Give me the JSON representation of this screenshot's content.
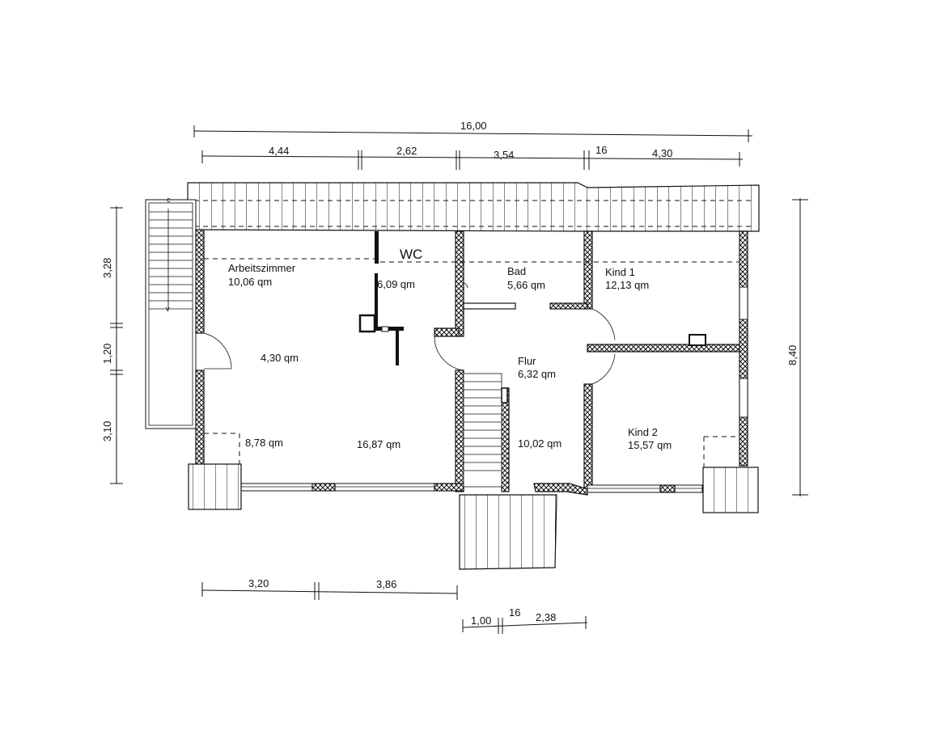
{
  "dimensions": {
    "overall_width": "16,00",
    "top_segments": [
      "4,44",
      "2,62",
      "3,54",
      "16",
      "4,30"
    ],
    "left_segments": [
      "3,28",
      "1,20",
      "3,10"
    ],
    "right_height": "8,40",
    "bottom_segments": [
      "3,20",
      "3,86"
    ],
    "stair_segments": [
      "1,00",
      "16",
      "2,38"
    ]
  },
  "rooms": {
    "arbeitszimmer_name": "Arbeitszimmer",
    "arbeitszimmer_area": "10,06 qm",
    "wc_label": "WC",
    "wc_area": "6,09 qm",
    "bad_name": "Bad",
    "bad_area": "5,66 qm",
    "kind1_name": "Kind 1",
    "kind1_area": "12,13 qm",
    "flur_name": "Flur",
    "flur_area": "6,32 qm",
    "kind2_name": "Kind 2",
    "kind2_area": "15,57 qm",
    "area_a": "4,30 qm",
    "area_b": "8,78 qm",
    "area_c": "16,87 qm",
    "area_d": "10,02 qm"
  }
}
